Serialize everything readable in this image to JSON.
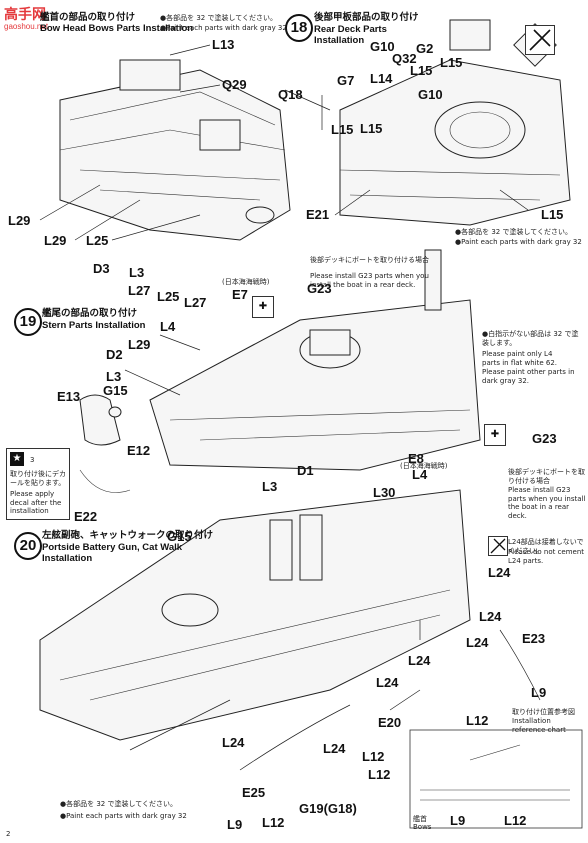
{
  "watermark": {
    "cn": "高手网",
    "url": "gaoshou.net"
  },
  "page_number": "2",
  "step17": {
    "jp": "艦首の部品の取り付け",
    "en": "Bow Head Bows Parts Installation",
    "paint_jp": "●各部品を 32 で塗装してください。",
    "paint_en": "●Paint each parts with dark gray 32"
  },
  "step18": {
    "num": "18",
    "jp": "後部甲板部品の取り付け",
    "en1": "Rear Deck Parts",
    "en2": "Installation",
    "paint_jp": "●各部品を 32 で塗装してください。",
    "paint_en": "●Paint each parts with dark gray 32",
    "rear_jp": "後部デッキにボートを取り付ける場合",
    "rear_en": "Please install G23 parts when you install the boat in a rear deck."
  },
  "step19": {
    "num": "19",
    "jp": "艦尾の部品の取り付け",
    "en": "Stern Parts Installation",
    "decal_jp": "取り付け後にデカールを貼ります。",
    "decal_en": "Please apply decal after the installation",
    "decal_num": "3",
    "white_jp": "●白指示がない部品は 32 で塗装します。",
    "white_en1": "Please paint only L4",
    "white_en2": "parts in flat white 62.",
    "white_en3": "Please paint other parts in",
    "white_en4": "dark gray 32.",
    "ship_e7": "(日本海海戦時)",
    "ship_e8": "(日本海海戦時)",
    "rear_jp": "後部デッキにボートを取り付ける場合",
    "rear_en": "Please install G23 parts when you install the boat in a rear deck."
  },
  "step20": {
    "num": "20",
    "jp": "左舷副砲、キャットウォークの取り付け",
    "en1": "Portside Battery Gun, Cat Walk",
    "en2": "Installation",
    "noglue_jp": "L24部品は接着しないでください。",
    "noglue_en": "Please do not cement L24 parts.",
    "ref_jp": "取り付け位置参考図",
    "ref_en1": "Installation",
    "ref_en2": "reference chart",
    "bows_jp": "艦首",
    "bows_en": "Bows",
    "paint_jp": "●各部品を 32 で塗装してください。",
    "paint_en": "●Paint each parts with dark gray 32"
  },
  "labels": {
    "l13": "L13",
    "q29": "Q29",
    "l29a": "L29",
    "l29b": "L29",
    "l25": "L25",
    "d3": "D3",
    "l3a": "L3",
    "l27a": "L27",
    "l25b": "L25",
    "l27b": "L27",
    "e7": "E7",
    "g10a": "G10",
    "q32": "Q32",
    "g2": "G2",
    "l15a": "L15",
    "l15b": "L15",
    "g7": "G7",
    "l14": "L14",
    "g10b": "G10",
    "q18": "Q18",
    "l15c": "L15",
    "l15d": "L15",
    "e21": "E21",
    "l15e": "L15",
    "g23a": "G23",
    "l4a": "L4",
    "d2": "D2",
    "l29c": "L29",
    "l3b": "L3",
    "g15a": "G15",
    "e13": "E13",
    "e12": "E12",
    "e22": "E22",
    "g15b": "G15",
    "l3c": "L3",
    "d1": "D1",
    "l30": "L30",
    "l4b": "L4",
    "e8": "E8",
    "g23b": "G23",
    "l24a": "L24",
    "l24b": "L24",
    "e23": "E23",
    "l24c": "L24",
    "l24d": "L24",
    "l9a": "L9",
    "e20": "E20",
    "l12a": "L12",
    "l24e": "L24",
    "l24f": "L24",
    "l12b": "L12",
    "e25": "E25",
    "g19": "G19(G18)",
    "l9b": "L9",
    "l12c": "L12",
    "l12d": "L12",
    "l9c": "L9",
    "l12e": "L12",
    "l24g": "L24"
  },
  "paint_refs": {
    "c32": "32",
    "c62": "62"
  }
}
